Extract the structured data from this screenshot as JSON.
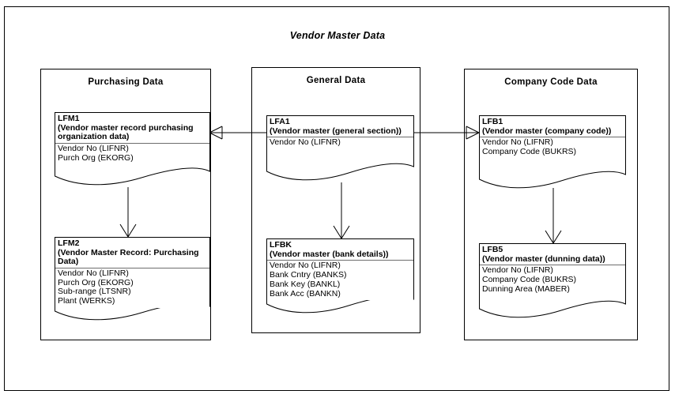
{
  "diagram": {
    "title": "Vendor Master Data",
    "type": "entity-relationship-diagram"
  },
  "groups": [
    {
      "id": "purchasing",
      "title": "Purchasing Data"
    },
    {
      "id": "general",
      "title": "General Data"
    },
    {
      "id": "company_code",
      "title": "Company Code Data"
    }
  ],
  "entities": [
    {
      "id": "LFM1",
      "code": "LFM1",
      "description": "(Vendor master record purchasing",
      "description2": "organization data)",
      "group": "purchasing",
      "fields": [
        "Vendor No (LIFNR)",
        "Purch Org (EKORG)"
      ]
    },
    {
      "id": "LFM2",
      "code": "LFM2",
      "description": "(Vendor Master Record: Purchasing",
      "description2": "Data)",
      "group": "purchasing",
      "fields": [
        "Vendor No (LIFNR)",
        "Purch Org (EKORG)",
        "Sub-range (LTSNR)",
        "Plant (WERKS)"
      ]
    },
    {
      "id": "LFA1",
      "code": "LFA1",
      "description": "(Vendor master (general section))",
      "description2": "",
      "group": "general",
      "fields": [
        "Vendor No (LIFNR)"
      ]
    },
    {
      "id": "LFBK",
      "code": "LFBK",
      "description": "(Vendor master (bank details))",
      "description2": "",
      "group": "general",
      "fields": [
        "Vendor No (LIFNR)",
        "Bank Cntry (BANKS)",
        "Bank Key (BANKL)",
        "Bank Acc (BANKN)"
      ]
    },
    {
      "id": "LFB1",
      "code": "LFB1",
      "description": "(Vendor master (company code))",
      "description2": "",
      "group": "company_code",
      "fields": [
        "Vendor No (LIFNR)",
        "Company Code (BUKRS)"
      ]
    },
    {
      "id": "LFB5",
      "code": "LFB5",
      "description": "(Vendor master (dunning data))",
      "description2": "",
      "group": "company_code",
      "fields": [
        "Vendor No (LIFNR)",
        "Company Code (BUKRS)",
        "Dunning Area (MABER)"
      ]
    }
  ],
  "relationships": [
    {
      "id": "lfa1-lfm1",
      "from": "LFA1",
      "to": "LFM1",
      "cardinality": "one-to-many",
      "crowfoot_at": "LFM1"
    },
    {
      "id": "lfa1-lfb1",
      "from": "LFA1",
      "to": "LFB1",
      "cardinality": "one-to-many",
      "crowfoot_at": "LFB1"
    },
    {
      "id": "lfm1-lfm2",
      "from": "LFM1",
      "to": "LFM2",
      "cardinality": "one-to-many",
      "crowfoot_at": "LFM2"
    },
    {
      "id": "lfa1-lfbk",
      "from": "LFA1",
      "to": "LFBK",
      "cardinality": "one-to-many",
      "crowfoot_at": "LFBK"
    },
    {
      "id": "lfb1-lfb5",
      "from": "LFB1",
      "to": "LFB5",
      "cardinality": "one-to-many",
      "crowfoot_at": "LFB5"
    }
  ],
  "colors": {
    "line": "#000000",
    "separator": "#6d6d6d",
    "background": "#ffffff"
  }
}
